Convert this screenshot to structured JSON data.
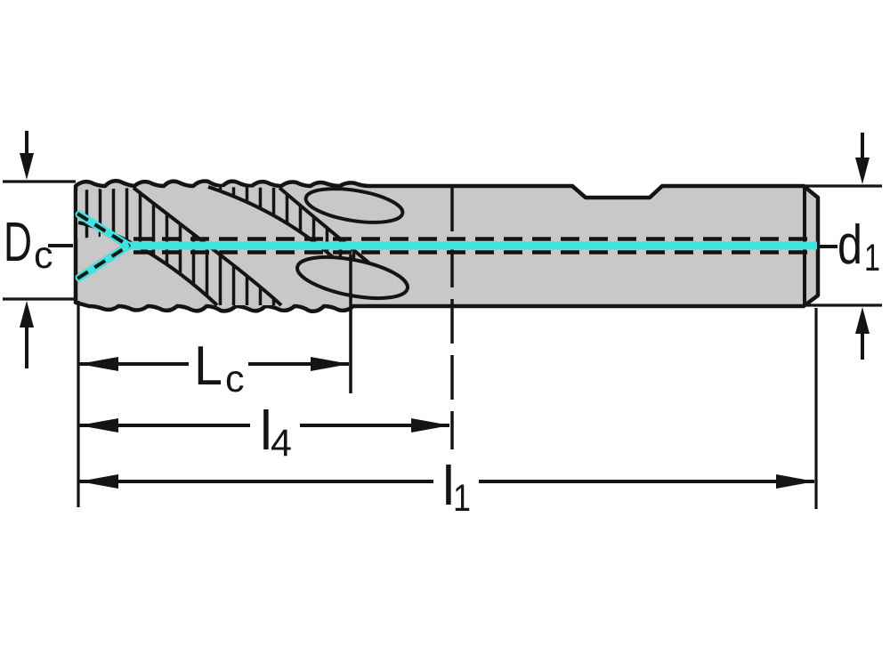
{
  "diagram": {
    "labels": {
      "cutting_diameter": {
        "main": "D",
        "sub": "c"
      },
      "shank_diameter": {
        "main": "d",
        "sub": "1"
      },
      "flute_length": {
        "main": "L",
        "sub": "c"
      },
      "length_l4": {
        "main": "l",
        "sub": "4"
      },
      "overall_length": {
        "main": "l",
        "sub": "1"
      }
    },
    "colors": {
      "outline": "#141414",
      "body_fill": "#c8c8c8",
      "centerline_accent": "#3fe3e0",
      "background": "#ffffff"
    }
  }
}
